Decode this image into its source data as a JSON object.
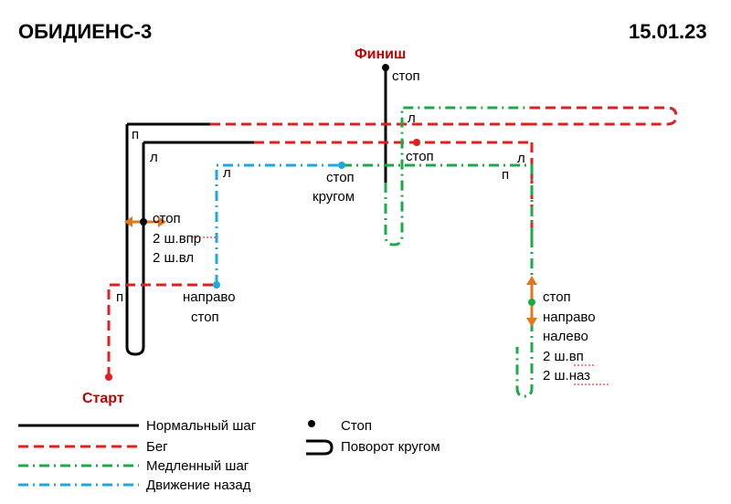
{
  "header": {
    "title": "ОБИДИЕНС-3",
    "date": "15.01.23"
  },
  "markers": {
    "start": "Старт",
    "finish": "Финиш"
  },
  "labels": {
    "p": "п",
    "l": "л",
    "stop": "стоп",
    "krugom": "кругом",
    "napravo": "направо",
    "nalevo": "налево",
    "two_steps_right": "2 ш.впр",
    "two_steps_left": "2 ш.вл",
    "two_steps_fwd": "2 ш.вп",
    "two_steps_back": "2 ш.наз"
  },
  "legend": {
    "normal": "Нормальный шаг",
    "run": "Бег",
    "slow": "Медленный шаг",
    "back": "Движение назад",
    "stop": "Стоп",
    "turn": "Поворот кругом"
  },
  "colors": {
    "normal": "#000000",
    "run": "#e02020",
    "slow": "#1fa84a",
    "back": "#1ea7e0",
    "arrow": "#e07820",
    "start_finish": "#c00000"
  }
}
